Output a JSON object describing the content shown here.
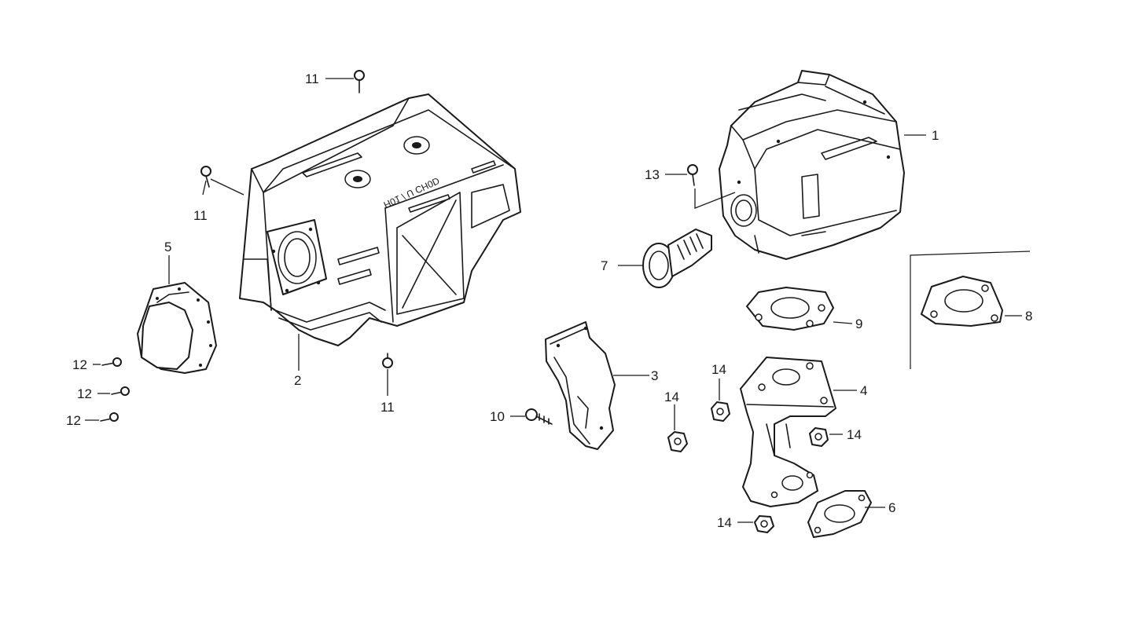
{
  "diagram": {
    "stamp_text": "H01 / U CH0D",
    "callouts": [
      {
        "id": "c1",
        "label": "1"
      },
      {
        "id": "c2",
        "label": "2"
      },
      {
        "id": "c3",
        "label": "3"
      },
      {
        "id": "c4",
        "label": "4"
      },
      {
        "id": "c5",
        "label": "5"
      },
      {
        "id": "c6",
        "label": "6"
      },
      {
        "id": "c7",
        "label": "7"
      },
      {
        "id": "c8",
        "label": "8"
      },
      {
        "id": "c9",
        "label": "9"
      },
      {
        "id": "c10",
        "label": "10"
      },
      {
        "id": "c11a",
        "label": "11"
      },
      {
        "id": "c11b",
        "label": "11"
      },
      {
        "id": "c11c",
        "label": "11"
      },
      {
        "id": "c12a",
        "label": "12"
      },
      {
        "id": "c12b",
        "label": "12"
      },
      {
        "id": "c12c",
        "label": "12"
      },
      {
        "id": "c13",
        "label": "13"
      },
      {
        "id": "c14a",
        "label": "14"
      },
      {
        "id": "c14b",
        "label": "14"
      },
      {
        "id": "c14c",
        "label": "14"
      },
      {
        "id": "c14d",
        "label": "14"
      }
    ]
  }
}
